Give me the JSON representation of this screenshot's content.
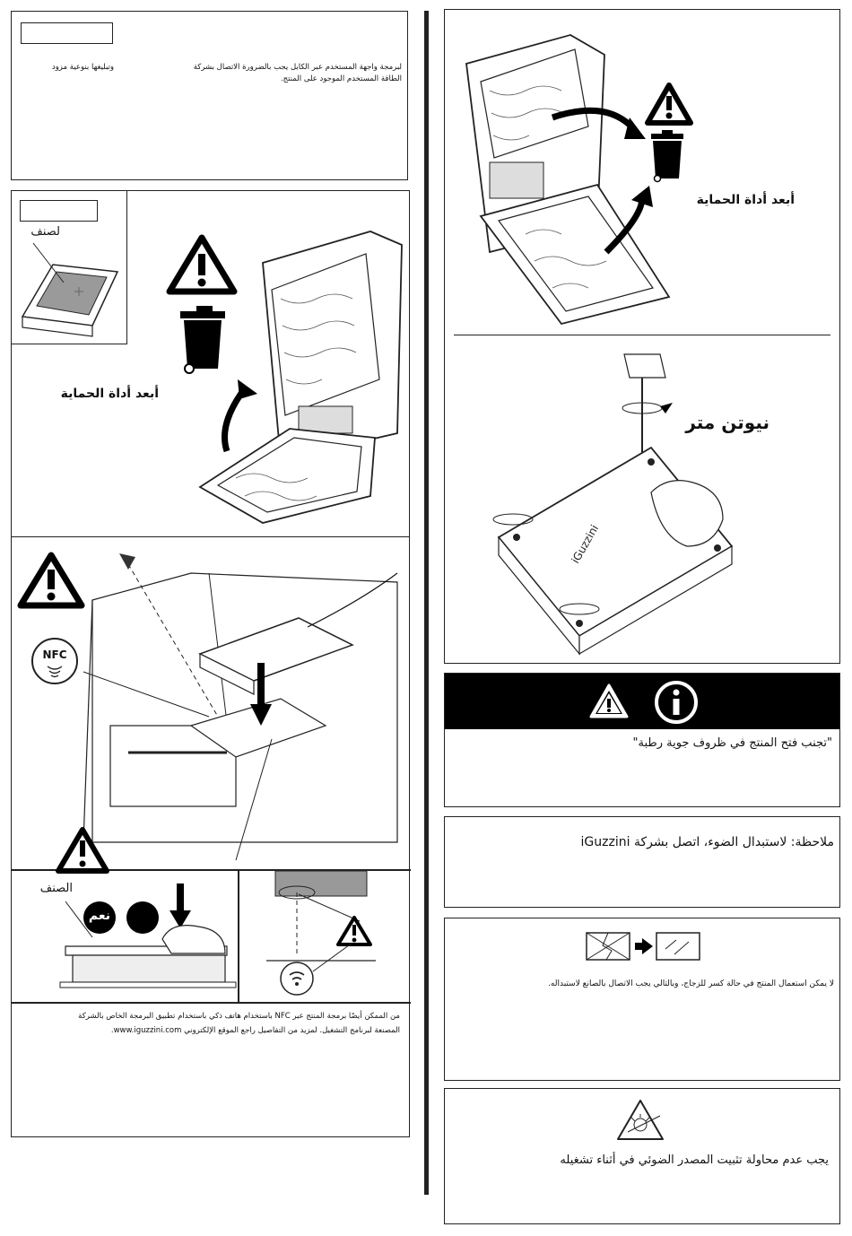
{
  "left": {
    "box1": {
      "text_right": "لبرمجة واجهة المستخدم عبر الكابل يجب بالضرورة الاتصال بشركة",
      "text_left": "وتبليغها بنوعية مزود",
      "text_line2": "الطاقة المستخدم الموجود على المنتج."
    },
    "box2": {
      "inset_label": "لصنف",
      "remove_protection": "أبعد أداة الحماية"
    },
    "box3": {
      "nfc_label": "NFC",
      "class_label": "الصنف",
      "yes_label": "نعم",
      "note_line1": "من الممكن أيضًا برمجة المنتج عبر NFC باستخدام هاتف ذكي باستخدام تطبيق البرمجة الخاص بالشركة",
      "note_line2": "المصنعة لبرنامج التشغيل. لمزيد من التفاصيل راجع الموقع الإلكتروني www.iguzzini.com."
    }
  },
  "right": {
    "top": {
      "remove_protection": "أبعد أداة الحماية",
      "torque_label": "نيوتن متر"
    },
    "warnings": {
      "humidity": "\"تجنب فتح المنتج في ظروف جوية رطبة\"",
      "replace_light": "ملاحظة: لاستبدال الضوء، اتصل بشركة iGuzzini",
      "glass": "لا يمكن استعمال المنتج في حالة كسر للزجاج، وبالتالي يجب الاتصال بالصانع لاستبداله.",
      "fix_source": "يجب عدم محاولة تثبيت المصدر الضوئي في أثناء تشغيله"
    }
  }
}
